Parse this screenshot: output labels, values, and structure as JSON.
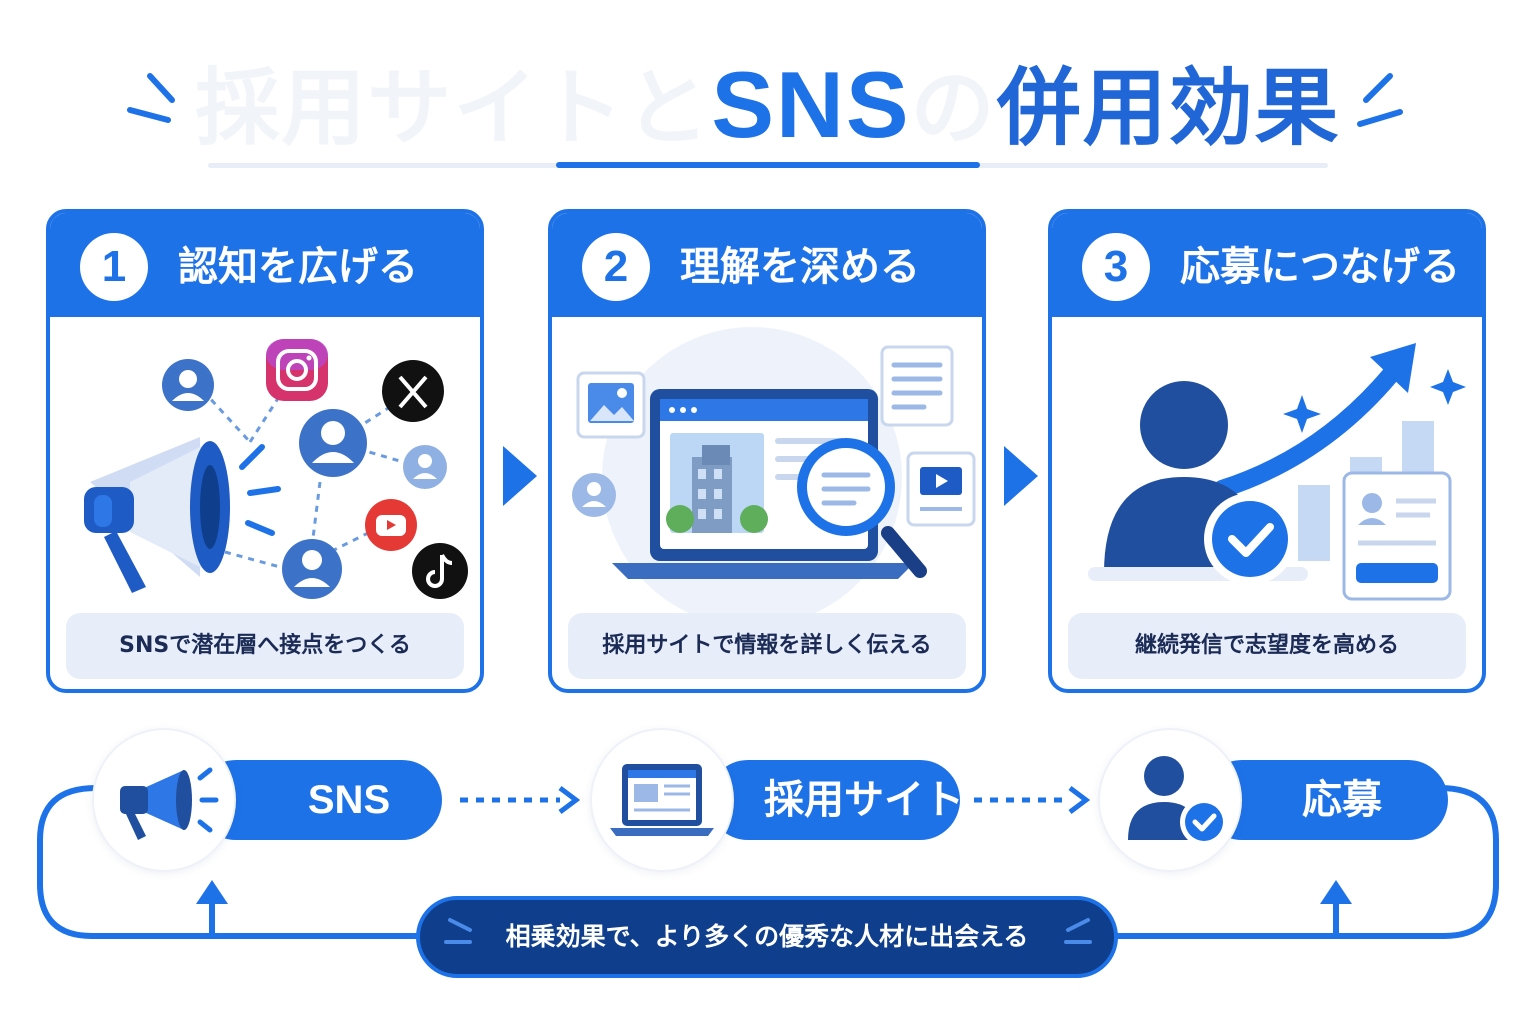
{
  "title": {
    "part1": "採用サイトと",
    "part2": "SNS",
    "part3": "の",
    "part4": "併用効果"
  },
  "cards": [
    {
      "number": "1",
      "heading": "認知を広げる",
      "caption": "SNSで潜在層へ接点をつくる"
    },
    {
      "number": "2",
      "heading": "理解を深める",
      "caption": "採用サイトで情報を詳しく伝える"
    },
    {
      "number": "3",
      "heading": "応募につなげる",
      "caption": "継続発信で志望度を高める"
    }
  ],
  "flow": {
    "steps": [
      {
        "label": "SNS",
        "icon": "megaphone-icon"
      },
      {
        "label": "採用サイト",
        "icon": "laptop-icon"
      },
      {
        "label": "応募",
        "icon": "person-check-icon"
      }
    ],
    "banner": "相乗効果で、より多くの優秀な人材に出会える"
  },
  "icons": {
    "card1": [
      "megaphone-icon",
      "instagram-icon",
      "x-icon",
      "youtube-icon",
      "tiktok-icon",
      "person-icon"
    ],
    "card2": [
      "laptop-icon",
      "image-icon",
      "document-icon",
      "video-icon",
      "magnifier-icon",
      "person-icon"
    ],
    "card3": [
      "person-icon",
      "check-icon",
      "growth-arrow-icon",
      "sparkle-icon",
      "profile-card-icon"
    ]
  },
  "colors": {
    "primary": "#1e72e8",
    "dark": "#0f3f8c",
    "caption_bg": "#e7eefa",
    "caption_text": "#1b2b55"
  }
}
